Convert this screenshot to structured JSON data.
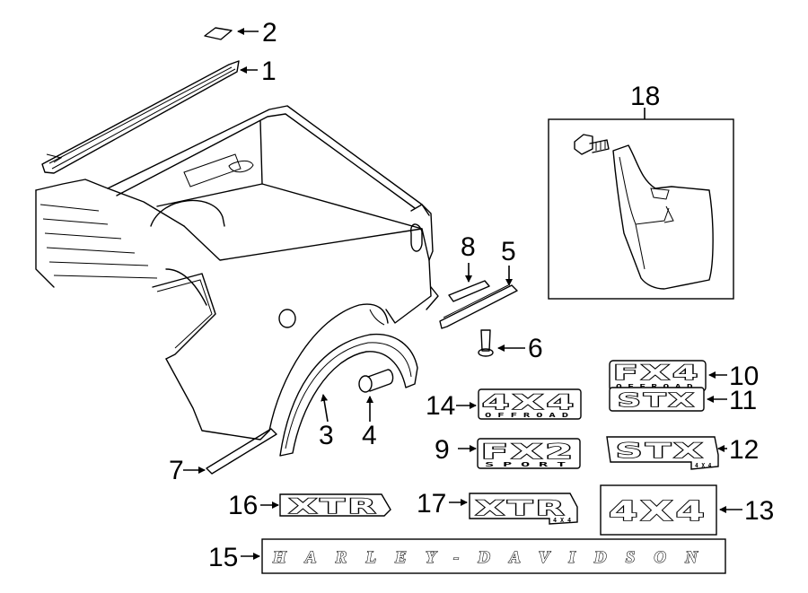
{
  "callouts": {
    "c1": "1",
    "c2": "2",
    "c3": "3",
    "c4": "4",
    "c5": "5",
    "c6": "6",
    "c7": "7",
    "c8": "8",
    "c9": "9",
    "c10": "10",
    "c11": "11",
    "c12": "12",
    "c13": "13",
    "c14": "14",
    "c15": "15",
    "c16": "16",
    "c17": "17",
    "c18": "18"
  },
  "emblems": {
    "fx4": {
      "main": "FX4",
      "sub": "OFFROAD"
    },
    "stx": {
      "main": "STX"
    },
    "stx_4x4": {
      "main": "STX",
      "sub": "4X4"
    },
    "fourbyfour": {
      "main": "4X4"
    },
    "fourbyfour_offroad": {
      "main": "4X4",
      "sub": "OFFROAD"
    },
    "fx2": {
      "main": "FX2",
      "sub": "SPORT"
    },
    "xtr": {
      "main": "XTR"
    },
    "xtr_4x4": {
      "main": "XTR",
      "sub": "4X4"
    },
    "harley": {
      "main": "HARLEY-DAVIDSON"
    }
  }
}
